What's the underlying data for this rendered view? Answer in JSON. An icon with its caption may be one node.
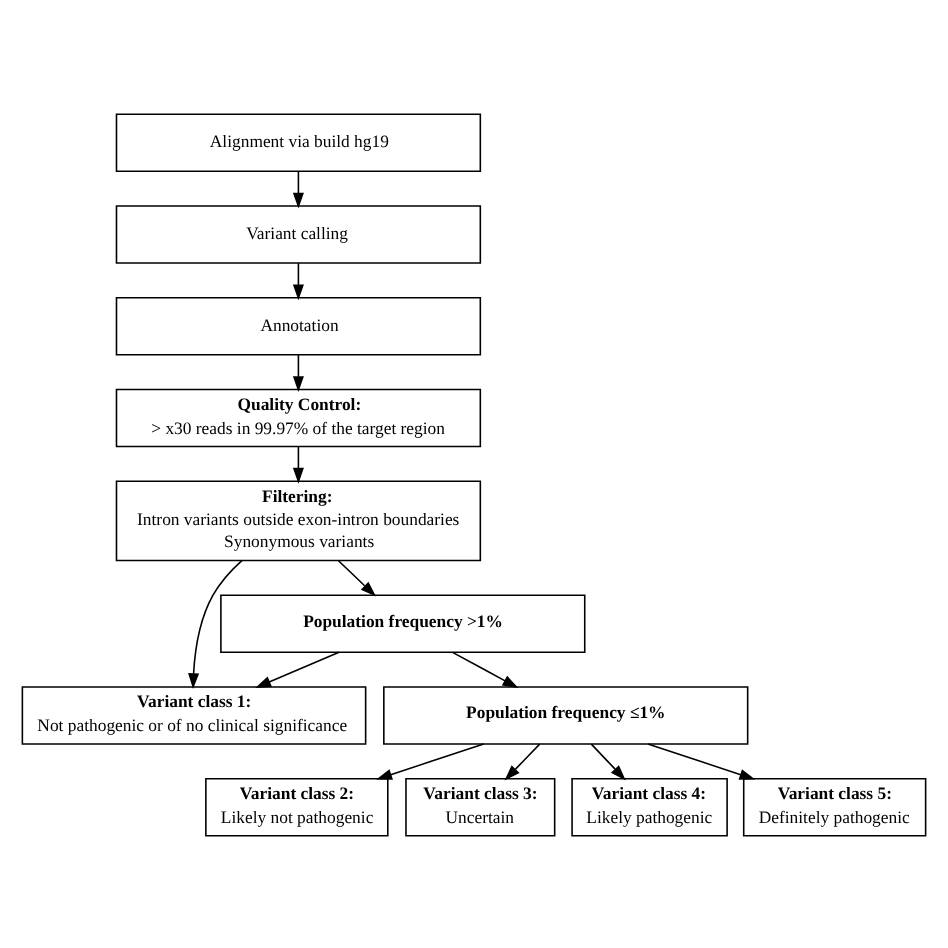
{
  "diagram": {
    "nodes": [
      {
        "text": [
          "Alignment via build hg19"
        ]
      },
      {
        "text": [
          "Variant calling"
        ]
      },
      {
        "text": [
          "Annotation"
        ]
      },
      {
        "text": [
          "Quality Control:",
          "> x30 reads in 99.97% of the target region"
        ]
      },
      {
        "text": [
          "Filtering:",
          "Intron variants outside exon-intron boundaries",
          "Synonymous variants"
        ]
      },
      {
        "text": [
          "Variant class 1:",
          "Not pathogenic or of no clinical significance"
        ]
      },
      {
        "text": [
          "Population frequency >1%"
        ]
      },
      {
        "text": [
          "Population frequency ≤1%"
        ]
      },
      {
        "text": [
          "Variant class 2:",
          "Likely not pathogenic"
        ]
      },
      {
        "text": [
          "Variant class 3:",
          "Uncertain"
        ]
      },
      {
        "text": [
          "Variant class 4:",
          "Likely pathogenic"
        ]
      },
      {
        "text": [
          "Variant class 5:",
          "Definitely pathogenic"
        ]
      }
    ],
    "edges": [
      {
        "from": 0,
        "to": 1,
        "arrow": "to"
      },
      {
        "from": 1,
        "to": 2,
        "arrow": "to"
      },
      {
        "from": 2,
        "to": 3,
        "arrow": "to"
      },
      {
        "from": 3,
        "to": 4,
        "arrow": "to"
      },
      {
        "from": 4,
        "to": 5,
        "arrow": "to"
      },
      {
        "from": 4,
        "to": 6,
        "arrow": "to"
      },
      {
        "from": 6,
        "to": 5,
        "arrow": "to"
      },
      {
        "from": 6,
        "to": 7,
        "arrow": "to"
      },
      {
        "from": 7,
        "to": 8,
        "arrow": "to"
      },
      {
        "from": 7,
        "to": 9,
        "arrow": "to"
      },
      {
        "from": 7,
        "to": 10,
        "arrow": "to"
      },
      {
        "from": 7,
        "to": 11,
        "arrow": "to"
      }
    ]
  }
}
